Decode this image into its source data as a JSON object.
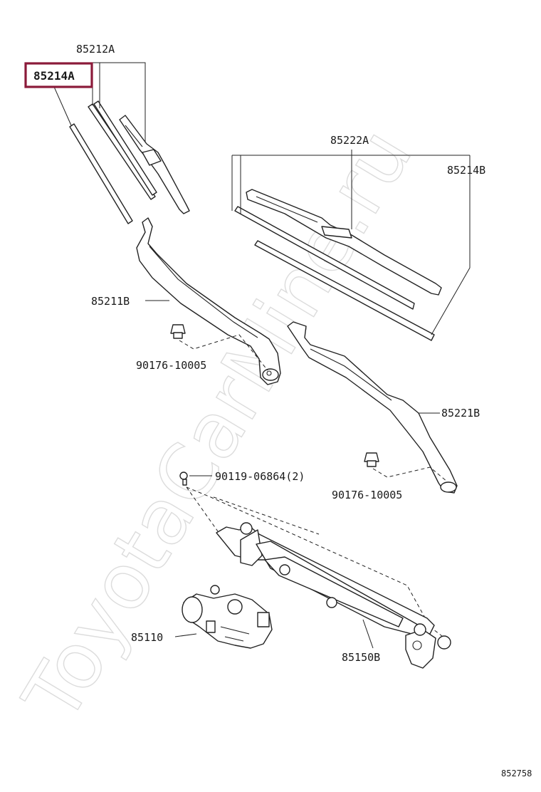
{
  "watermark": "ToyotaCarMine.ru",
  "highlight_color": "#8b1a3a",
  "labels": {
    "p85212A": "85212A",
    "p85214A": "85214A",
    "p85222A": "85222A",
    "p85214B": "85214B",
    "p85211B": "85211B",
    "p90176_1": "90176-10005",
    "p85221B": "85221B",
    "p90119": "90119-06864(2)",
    "p90176_2": "90176-10005",
    "p85110": "85110",
    "p85150B": "85150B"
  },
  "diagram_code": "852758"
}
